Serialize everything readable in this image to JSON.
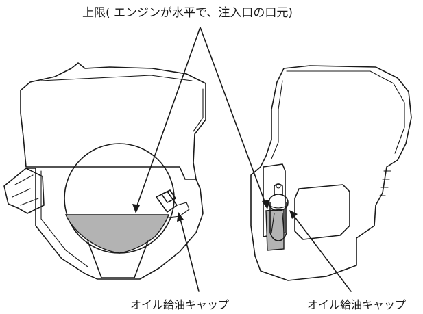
{
  "labels": {
    "top": "上限( エンジンが水平で、注入口の口元)",
    "left_cap": "オイル給油キャップ",
    "right_cap": "オイル給油キャップ"
  },
  "colors": {
    "line": "#1a1a1a",
    "oil_fill": "#b3b3b3",
    "background": "#ffffff"
  }
}
